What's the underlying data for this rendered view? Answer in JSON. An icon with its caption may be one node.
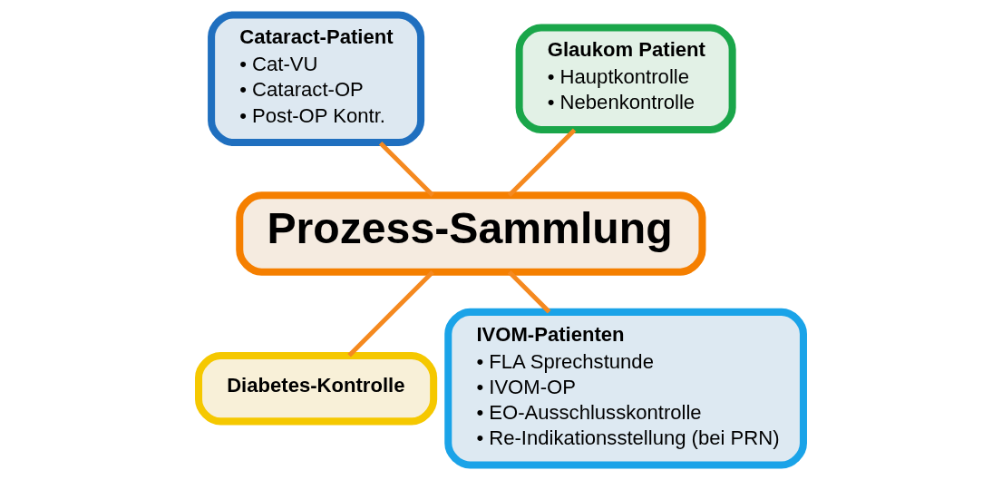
{
  "diagram": {
    "nodes": [
      {
        "text": [
          "Glaukom Patient",
          "• Hauptkontrolle",
          "• Nebenkontrolle"
        ]
      },
      {
        "text": [
          "Cataract-Patient",
          "• Cat-VU",
          "• Cataract-OP",
          "• Post-OP Kontr."
        ]
      },
      {
        "text": [
          "Prozess-Sammlung"
        ]
      },
      {
        "text": [
          "Diabetes-Kontrolle"
        ]
      },
      {
        "text": [
          "IVOM-Patienten",
          "• FLA Sprechstunde",
          "• IVOM-OP",
          "• EO-Ausschlusskontrolle",
          "• Re-Indikationsstellung (bei PRN)"
        ]
      }
    ],
    "edges": [
      {
        "from": 2,
        "to": 1,
        "arrow": "none"
      },
      {
        "from": 2,
        "to": 0,
        "arrow": "none"
      },
      {
        "from": 2,
        "to": 3,
        "arrow": "none"
      },
      {
        "from": 2,
        "to": 4,
        "arrow": "none"
      }
    ]
  }
}
